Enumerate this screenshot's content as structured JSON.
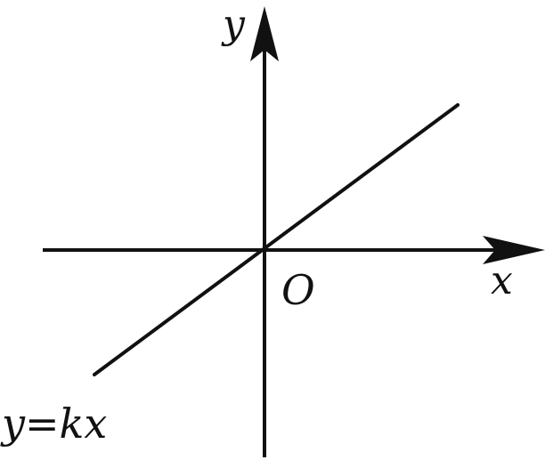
{
  "labels": {
    "y_axis": "y",
    "x_axis": "x",
    "origin": "O",
    "line_equation": "y=kx"
  },
  "colors": {
    "stroke": "#111111",
    "background": "#ffffff"
  }
}
